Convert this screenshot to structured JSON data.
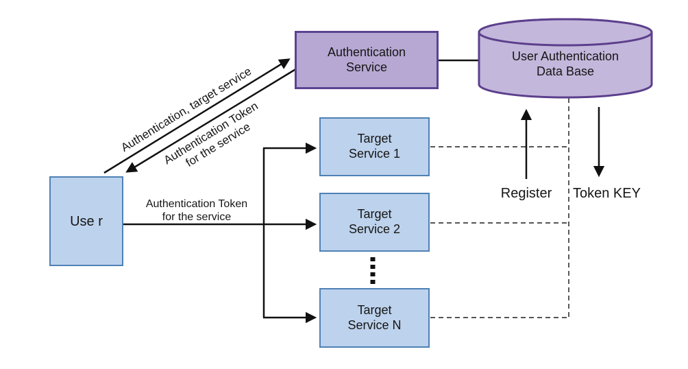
{
  "nodes": {
    "user": {
      "label": "Use r"
    },
    "auth_service": {
      "label": "Authentication\nService"
    },
    "auth_db": {
      "label": "User Authentication\nData Base"
    },
    "target_service_1": {
      "label": "Target\nService 1"
    },
    "target_service_2": {
      "label": "Target\nService 2"
    },
    "target_service_n": {
      "label": "Target\nService N"
    }
  },
  "edges": {
    "user_to_auth": {
      "label": "Authentication, target service"
    },
    "auth_to_user": {
      "label": "Authentication Token\nfor the service"
    },
    "user_to_targets": {
      "label": "Authentication Token\nfor the service"
    },
    "register": {
      "label": "Register"
    },
    "token_key": {
      "label": "Token KEY"
    }
  },
  "colors": {
    "background": "#ffffff",
    "service_box_fill": "#bdd2ec",
    "service_box_border": "#4e81b5",
    "auth_box_fill": "#b6a8d2",
    "auth_box_border": "#5a4292",
    "db_fill": "#c3b7db",
    "db_border": "#5c3f8c",
    "solid_line": "#111111",
    "dashed_line": "#3d3d3d"
  }
}
